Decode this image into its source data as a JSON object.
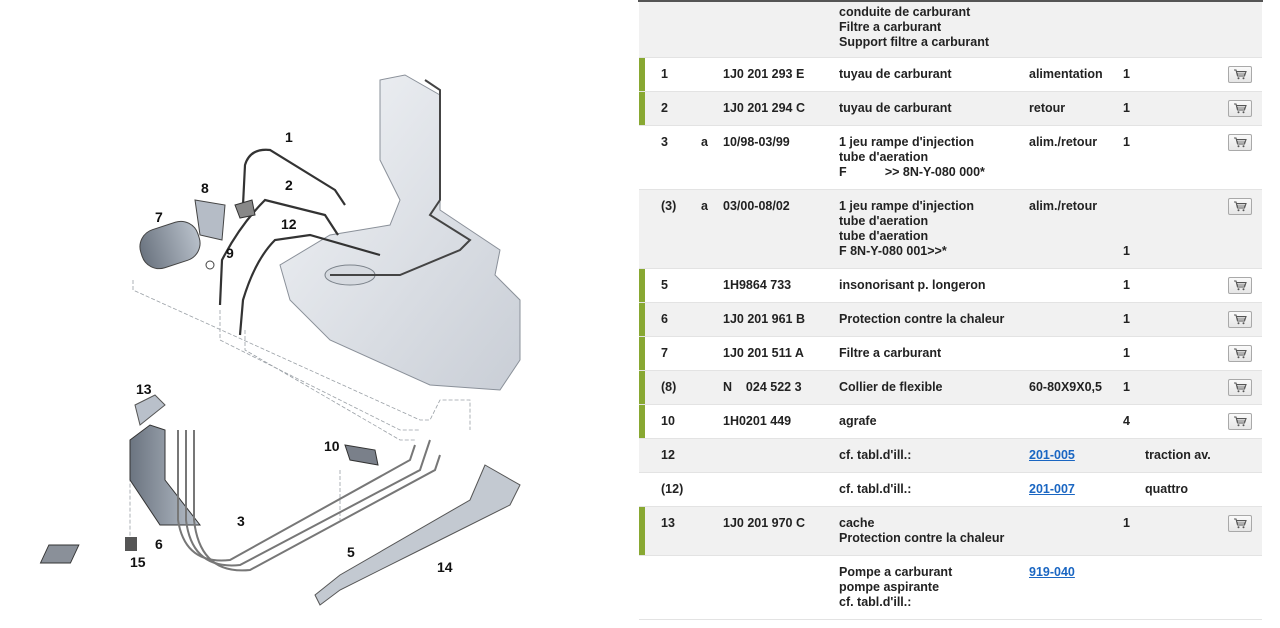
{
  "diagram": {
    "callouts": [
      "1",
      "2",
      "3",
      "5",
      "6",
      "7",
      "8",
      "9",
      "10",
      "12",
      "13",
      "14",
      "15"
    ]
  },
  "table": {
    "header_lines": [
      "conduite de carburant",
      "Filtre a carburant",
      "Support filtre a carburant"
    ],
    "rows": [
      {
        "pos": "1",
        "sub": "",
        "part": "1J0 201 293 E",
        "desc": "tuyau de carburant",
        "note": "alimentation",
        "qty": "1",
        "extra": "",
        "cart": true,
        "marked": true
      },
      {
        "pos": "2",
        "sub": "",
        "part": "1J0 201 294 C",
        "desc": "tuyau de carburant",
        "note": "retour",
        "qty": "1",
        "extra": "",
        "cart": true,
        "marked": true
      },
      {
        "pos": "3",
        "sub": "a",
        "part": "10/98-03/99",
        "desc": "1 jeu rampe d'injection\ntube d'aeration\nF           >> 8N-Y-080 000*",
        "note": "alim./retour",
        "qty": "1",
        "extra": "",
        "cart": true,
        "marked": false
      },
      {
        "pos": "(3)",
        "sub": "a",
        "part": "03/00-08/02",
        "desc": "1 jeu rampe d'injection\ntube d'aeration\ntube d'aeration\nF 8N-Y-080 001>>*",
        "note": "alim./retour",
        "qty": "\n\n\n1",
        "extra": "",
        "cart": true,
        "marked": false
      },
      {
        "pos": "5",
        "sub": "",
        "part": "1H9864 733",
        "desc": "insonorisant p. longeron",
        "note": "",
        "qty": "1",
        "extra": "",
        "cart": true,
        "marked": true
      },
      {
        "pos": "6",
        "sub": "",
        "part": "1J0 201 961 B",
        "desc": "Protection contre la chaleur",
        "note": "",
        "qty": "1",
        "extra": "",
        "cart": true,
        "marked": true
      },
      {
        "pos": "7",
        "sub": "",
        "part": "1J0 201 511 A",
        "desc": "Filtre a carburant",
        "note": "",
        "qty": "1",
        "extra": "",
        "cart": true,
        "marked": true
      },
      {
        "pos": "(8)",
        "sub": "",
        "part": "N    024 522 3",
        "desc": "Collier de flexible",
        "note": "60-80X9X0,5",
        "qty": "1",
        "extra": "",
        "cart": true,
        "marked": true
      },
      {
        "pos": "10",
        "sub": "",
        "part": "1H0201 449",
        "desc": "agrafe",
        "note": "",
        "qty": "4",
        "extra": "",
        "cart": true,
        "marked": true
      },
      {
        "pos": "12",
        "sub": "",
        "part": "",
        "desc": "cf. tabl.d'ill.:",
        "note": "201-005",
        "note_link": true,
        "qty": "",
        "extra": "traction av.",
        "cart": false,
        "marked": false
      },
      {
        "pos": "(12)",
        "sub": "",
        "part": "",
        "desc": "cf. tabl.d'ill.:",
        "note": "201-007",
        "note_link": true,
        "qty": "",
        "extra": "quattro",
        "cart": false,
        "marked": false
      },
      {
        "pos": "13",
        "sub": "",
        "part": "1J0 201 970 C",
        "desc": "cache\nProtection contre la chaleur",
        "note": "",
        "qty": "1",
        "extra": "",
        "cart": true,
        "marked": true
      },
      {
        "pos": "",
        "sub": "",
        "part": "",
        "desc": "Pompe a carburant\npompe aspirante\ncf. tabl.d'ill.:",
        "note": "919-040",
        "note_link": true,
        "qty": "",
        "extra": "",
        "cart": false,
        "marked": false
      }
    ]
  },
  "icons": {
    "cart": "shopping-cart-icon"
  },
  "colors": {
    "marker": "#88a832",
    "link": "#1a66c2",
    "shade": "#f1f1f1"
  }
}
